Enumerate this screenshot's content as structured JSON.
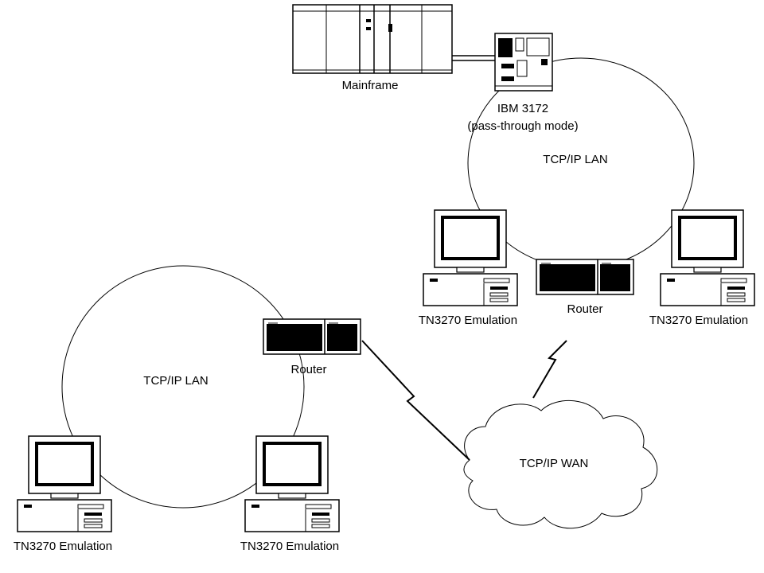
{
  "labels": {
    "mainframe": "Mainframe",
    "gateway_line1": "IBM 3172",
    "gateway_line2": "(pass-through mode)",
    "lan_top": "TCP/IP LAN",
    "lan_bottom": "TCP/IP LAN",
    "wan": "TCP/IP WAN",
    "router_top": "Router",
    "router_bottom": "Router",
    "pc_top_left": "TN3270 Emulation",
    "pc_top_right": "TN3270 Emulation",
    "pc_bottom_left": "TN3270 Emulation",
    "pc_bottom_right": "TN3270 Emulation"
  }
}
